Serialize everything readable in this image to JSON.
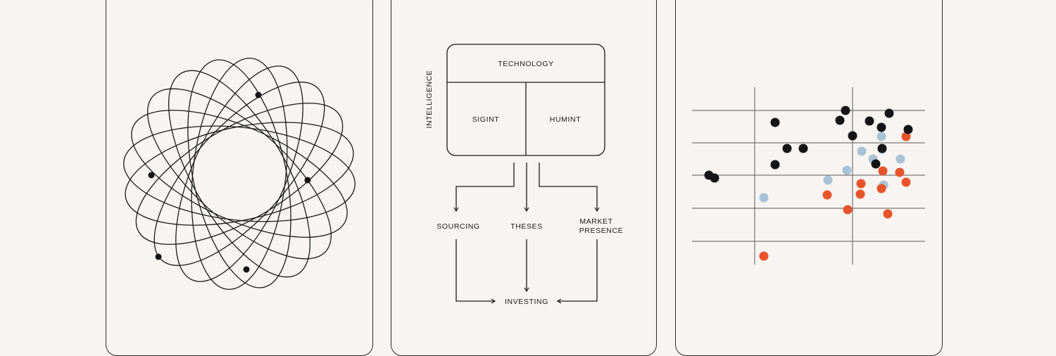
{
  "flow": {
    "side_label": "INTELLIGENCE",
    "top_box": "TECHNOLOGY",
    "left_box": "SIGINT",
    "right_box": "HUMINT",
    "out_left": "SOURCING",
    "out_mid": "THESES",
    "out_right_line1": "MARKET",
    "out_right_line2": "PRESENCE",
    "bottom": "INVESTING"
  },
  "colors": {
    "background": "#f7f4f1",
    "stroke": "#1a1a1a",
    "dot_black": "#151515",
    "dot_blue": "#a9c3d6",
    "dot_orange": "#e8542a"
  },
  "scatter": {
    "black": [
      [
        1007,
        249
      ],
      [
        1015,
        253
      ],
      [
        1101,
        174
      ],
      [
        1118,
        211
      ],
      [
        1141,
        211
      ],
      [
        1101,
        234
      ],
      [
        1201,
        157
      ],
      [
        1193,
        171
      ],
      [
        1211,
        193
      ],
      [
        1235,
        172
      ],
      [
        1252,
        181
      ],
      [
        1263,
        161
      ],
      [
        1290,
        184
      ],
      [
        1253,
        211
      ],
      [
        1244,
        233
      ]
    ],
    "blue": [
      [
        1085,
        281
      ],
      [
        1176,
        256
      ],
      [
        1203,
        242
      ],
      [
        1224,
        215
      ],
      [
        1240,
        226
      ],
      [
        1252,
        194
      ],
      [
        1253,
        212
      ],
      [
        1279,
        226
      ],
      [
        1255,
        263
      ]
    ],
    "orange": [
      [
        1085,
        364
      ],
      [
        1175,
        277
      ],
      [
        1204,
        298
      ],
      [
        1223,
        261
      ],
      [
        1222,
        276
      ],
      [
        1254,
        243
      ],
      [
        1252,
        268
      ],
      [
        1278,
        245
      ],
      [
        1287,
        259
      ],
      [
        1287,
        194
      ],
      [
        1261,
        304
      ]
    ]
  }
}
